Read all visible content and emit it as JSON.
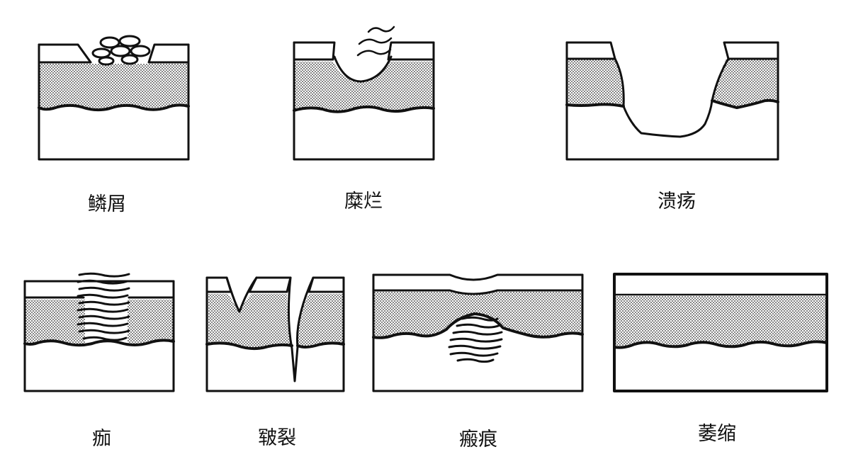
{
  "labels": {
    "scale": "鳞屑",
    "erosion": "糜烂",
    "ulcer": "溃疡",
    "crust": "痂",
    "fissure": "皲裂",
    "scar": "瘢痕",
    "atrophy": "萎缩"
  },
  "colors": {
    "ink": "#111111",
    "paper": "#ffffff"
  }
}
